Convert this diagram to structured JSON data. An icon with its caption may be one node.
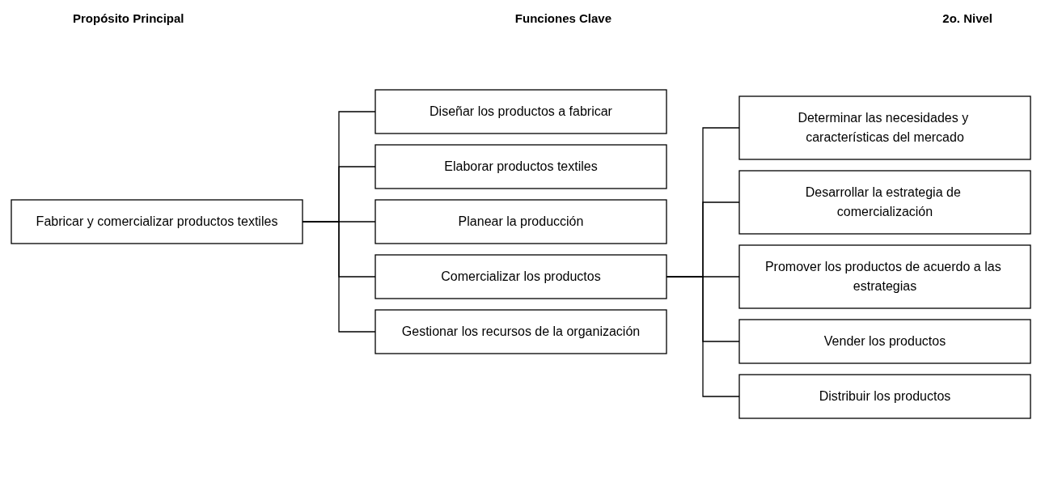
{
  "diagram": {
    "nodes": [
      {
        "text": [
          "Fabricar y comercializar productos textiles"
        ]
      },
      {
        "text": [
          "Diseñar los productos a fabricar"
        ]
      },
      {
        "text": [
          "Elaborar productos textiles"
        ]
      },
      {
        "text": [
          "Planear la producción"
        ]
      },
      {
        "text": [
          "Comercializar los productos"
        ]
      },
      {
        "text": [
          "Gestionar los recursos de la organización"
        ]
      },
      {
        "text": [
          "Determinar las necesidades y características del mercado"
        ]
      },
      {
        "text": [
          "Desarrollar la estrategia de comercialización"
        ]
      },
      {
        "text": [
          "Promover los productos de acuerdo a las estrategias"
        ]
      },
      {
        "text": [
          "Vender los productos"
        ]
      },
      {
        "text": [
          "Distribuir los productos"
        ]
      }
    ],
    "edges": [
      {
        "from": 0,
        "to": 1,
        "arrow": "none"
      },
      {
        "from": 0,
        "to": 2,
        "arrow": "none"
      },
      {
        "from": 0,
        "to": 3,
        "arrow": "none"
      },
      {
        "from": 0,
        "to": 4,
        "arrow": "none"
      },
      {
        "from": 0,
        "to": 5,
        "arrow": "none"
      },
      {
        "from": 4,
        "to": 6,
        "arrow": "none"
      },
      {
        "from": 4,
        "to": 7,
        "arrow": "none"
      },
      {
        "from": 4,
        "to": 8,
        "arrow": "none"
      },
      {
        "from": 4,
        "to": 9,
        "arrow": "none"
      },
      {
        "from": 4,
        "to": 10,
        "arrow": "none"
      }
    ],
    "labels": [
      "Propósito Principal",
      "Funciones Clave",
      "2o. Nivel"
    ]
  }
}
